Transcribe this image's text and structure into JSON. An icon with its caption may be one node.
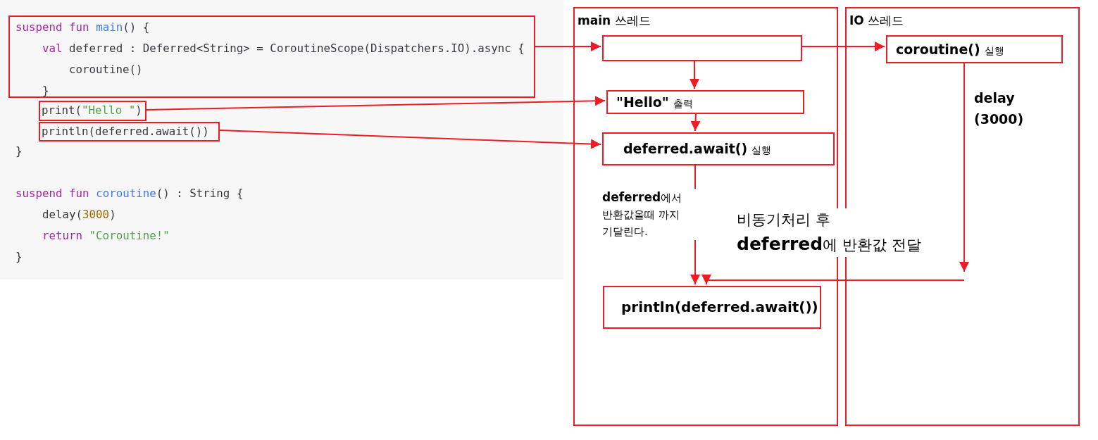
{
  "diagram": {
    "nodes": [
      {
        "text": [
          "suspend fun main() {",
          "val deferred : Deferred<String> = CoroutineScope(Dispatchers.IO).async {",
          "coroutine()",
          "}"
        ]
      },
      {
        "text": [
          "print(\"Hello \")"
        ]
      },
      {
        "text": [
          "println(deferred.await())"
        ]
      },
      {
        "text": [
          "**main** 쓰레드"
        ]
      },
      {
        "text": [],
        "shape": "box",
        "in": 3
      },
      {
        "text": [
          "**\"Hello\"** 출력"
        ],
        "in": 3
      },
      {
        "text": [
          "**deferred.await()** 실행"
        ],
        "in": 3
      },
      {
        "text": [
          "println(deferred.await())"
        ],
        "in": 3
      },
      {
        "text": [
          "**IO** 쓰레드"
        ]
      },
      {
        "text": [
          "**coroutine()** 실행"
        ],
        "in": 8
      }
    ],
    "edges": [
      {
        "from": 0,
        "to": 4,
        "arrow": "to"
      },
      {
        "from": 4,
        "to": 9,
        "arrow": "to"
      },
      {
        "from": 4,
        "to": 5,
        "arrow": "to"
      },
      {
        "from": 1,
        "to": 5,
        "arrow": "to"
      },
      {
        "from": 5,
        "to": 6,
        "arrow": "to"
      },
      {
        "from": 2,
        "to": 6,
        "arrow": "to"
      },
      {
        "from": 6,
        "to": 7,
        "arrow": "to",
        "label": "**deferred**에서 반환값올때 까지 기달린다."
      },
      {
        "from": 9,
        "to": null,
        "arrow": "to",
        "label": "delay (3000)"
      },
      {
        "from": null,
        "to": 7,
        "arrow": "to",
        "label": "비동기처리 후 **deferred**에 반환값 전달"
      }
    ],
    "labels": [
      "}",
      "suspend fun coroutine() : String {",
      "delay(3000)",
      "return \"Coroutine!\"",
      "}"
    ]
  }
}
